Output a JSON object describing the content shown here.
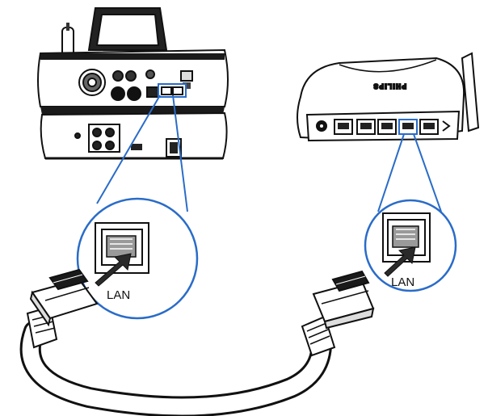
{
  "diagram": {
    "device_left": {
      "label": "LAN"
    },
    "router": {
      "brand": "PHILIPS",
      "label": "LAN"
    },
    "colors": {
      "stroke": "#111111",
      "fill_dark": "#1a1a1a",
      "fill_mid": "#9a9a9a",
      "fill_light": "#ffffff",
      "arrow": "#2a2a2a"
    },
    "icons": [
      "media-player-device",
      "wireless-router",
      "ethernet-cable",
      "lan-port-zoom",
      "insert-arrow"
    ]
  }
}
